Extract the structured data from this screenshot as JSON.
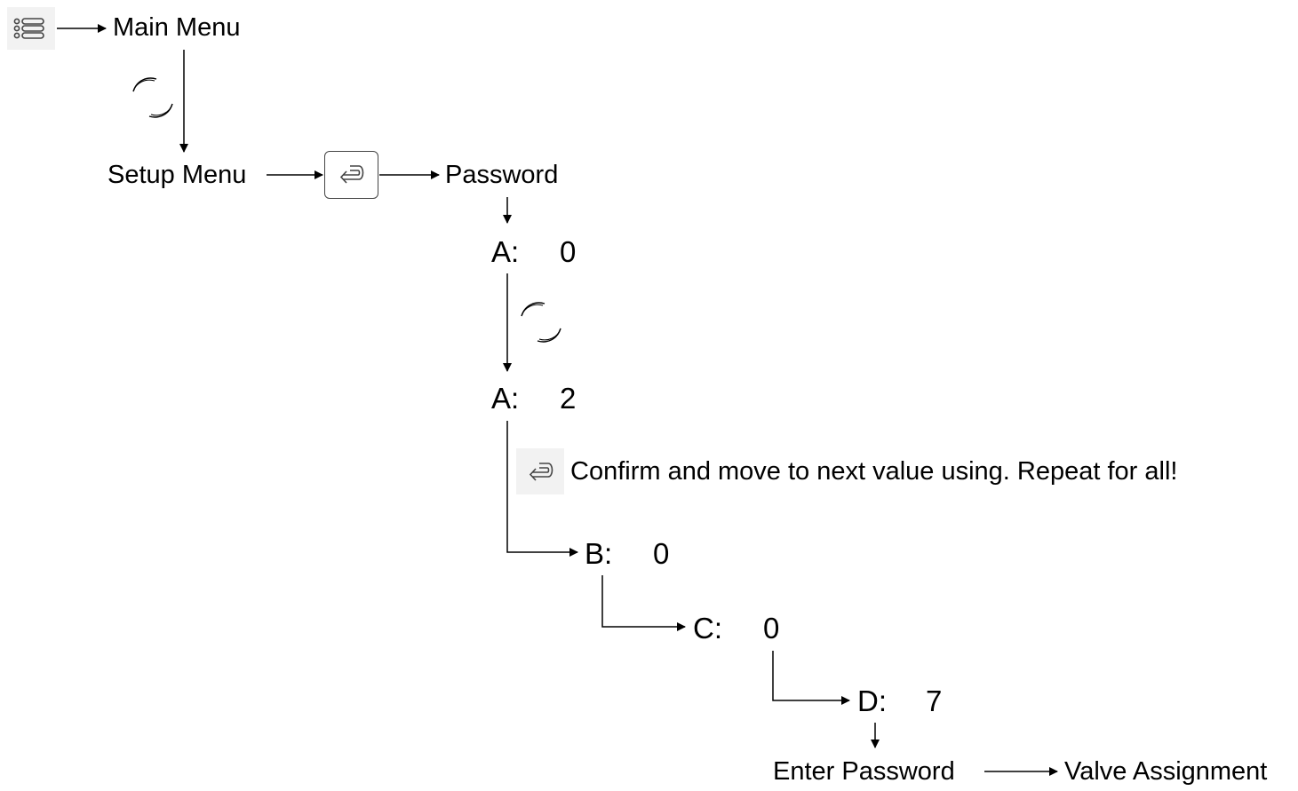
{
  "steps": {
    "main_menu": "Main Menu",
    "setup_menu": "Setup Menu",
    "password": "Password",
    "enter_password": "Enter Password",
    "valve_assignment": "Valve Assignment"
  },
  "password_digits": [
    {
      "letter": "A:",
      "value": "0"
    },
    {
      "letter": "A:",
      "value": "2"
    },
    {
      "letter": "B:",
      "value": "0"
    },
    {
      "letter": "C:",
      "value": "0"
    },
    {
      "letter": "D:",
      "value": "7"
    }
  ],
  "note": "Confirm and move to next value using.  Repeat for all!",
  "icons": {
    "menu": "menu-list-icon",
    "enter": "enter-key-icon",
    "rotate": "rotary-knob-icon"
  },
  "colors": {
    "line": "#000000",
    "icon_bg": "#f2f2f2",
    "icon_stroke": "#444444"
  }
}
